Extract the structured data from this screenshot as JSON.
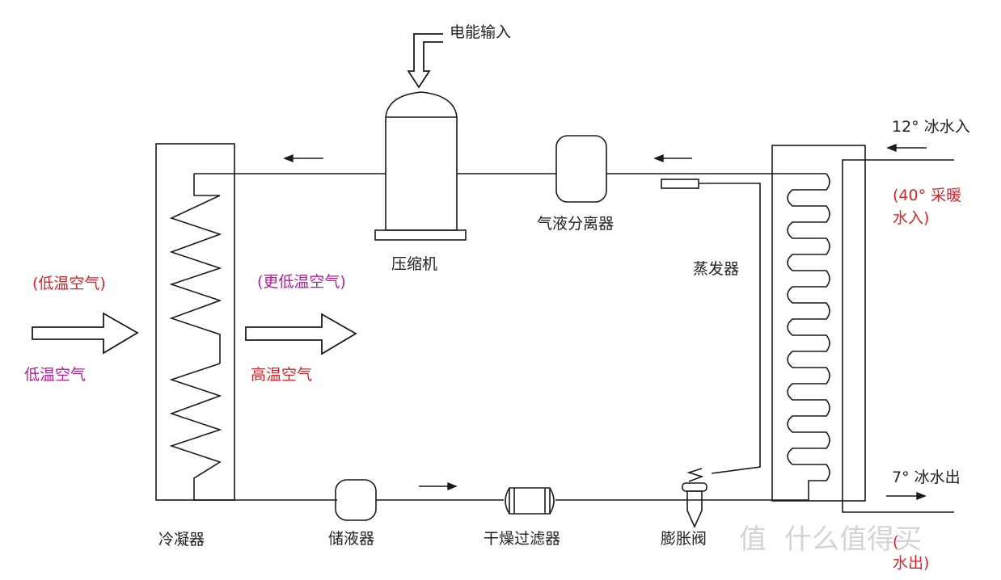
{
  "labels": {
    "power_input": "电能输入",
    "compressor": "压缩机",
    "gas_liquid_separator": "气液分离器",
    "evaporator": "蒸发器",
    "condenser": "冷凝器",
    "receiver": "储液器",
    "dryer_filter": "干燥过滤器",
    "expansion_valve": "膨胀阀",
    "chilled_water_in": "12° 冰水入",
    "heating_water_in_line1": "(40° 采暖",
    "heating_water_in_line2": "水入)",
    "chilled_water_out": "7° 冰水出",
    "heating_water_out_line1": "(",
    "heating_water_out_line2": "水出)",
    "low_temp_air_top": "(低温空气)",
    "low_temp_air_bottom": "低温空气",
    "lower_temp_air": "(更低温空气)",
    "high_temp_air": "高温空气"
  },
  "watermark": {
    "icon": "值",
    "text": "什么值得买"
  },
  "colors": {
    "line": "#1a1a1a",
    "red_text": "#d8232a",
    "magenta_text": "#b8199e",
    "watermark": "#d4d4d4"
  }
}
